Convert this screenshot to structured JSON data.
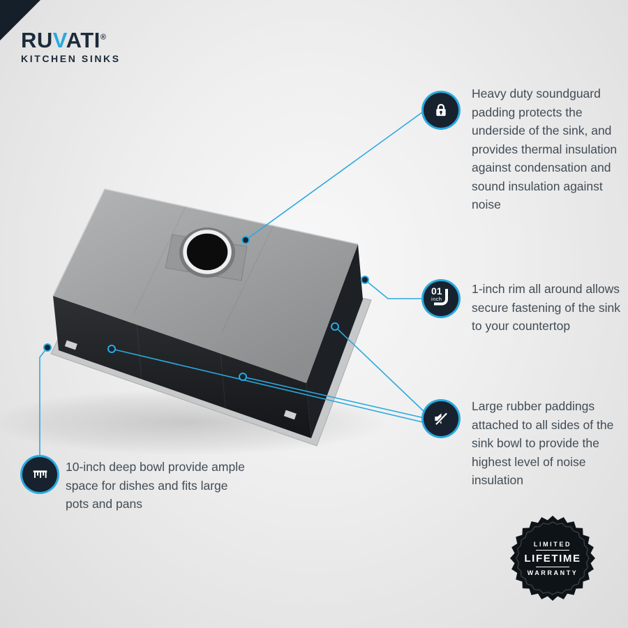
{
  "brand": {
    "part1": "RU",
    "part2": "V",
    "part3": "ATI",
    "registered": "®",
    "tagline": "KITCHEN SINKS"
  },
  "callouts": [
    {
      "id": "soundguard-padding",
      "icon": "lock-icon",
      "text": "Heavy duty soundguard padding protects the underside of the sink, and provides thermal insulation against condensation and sound insulation against noise"
    },
    {
      "id": "one-inch-rim",
      "icon": "one-inch-rim-icon",
      "icon_number": "01",
      "icon_unit": "inch",
      "text": "1-inch rim all around allows secure fastening of the sink to your countertop"
    },
    {
      "id": "rubber-paddings",
      "icon": "speaker-mute-icon",
      "text": "Large rubber paddings attached to all sides of the sink bowl to provide the highest level of noise insulation"
    },
    {
      "id": "deep-bowl",
      "icon": "depth-gauge-icon",
      "text": "10-inch deep bowl provide ample space for dishes and fits large pots and pans"
    }
  ],
  "badge": {
    "line1": "LIMITED",
    "line2": "LIFETIME",
    "line3": "WARRANTY"
  },
  "colors": {
    "accent": "#2AA9E0",
    "navy": "#17222E",
    "text": "#414C57"
  }
}
